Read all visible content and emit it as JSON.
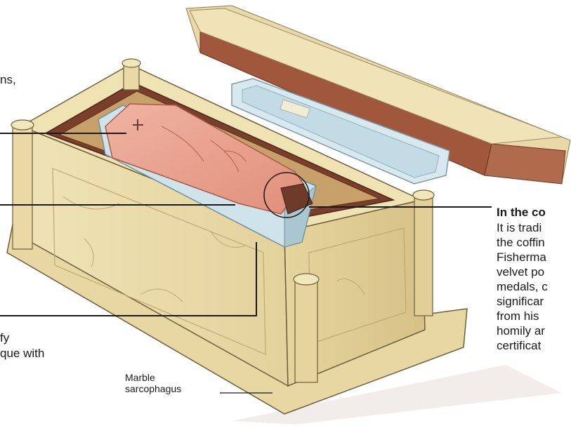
{
  "annotations": {
    "top_left_fragment": "ns,",
    "bottom_left_line1": "fy",
    "bottom_left_line2": "que with",
    "right_title": "In the co",
    "right_body": [
      "It is tradi",
      "the coffin",
      "Fisherma",
      "velvet po",
      "medals, c",
      "significar",
      "from his",
      "homily ar",
      "certificat"
    ],
    "marble_label_line1": "Marble",
    "marble_label_line2": "sarcophagus"
  },
  "colors": {
    "marble": "#ede0b0",
    "marble_shade": "#d8c78e",
    "wood": "#7a3f2a",
    "wood_light": "#a8654a",
    "inner_coffin": "#cfe3ea",
    "shroud": "#e9a592",
    "leader_line": "#1a1a1a"
  }
}
